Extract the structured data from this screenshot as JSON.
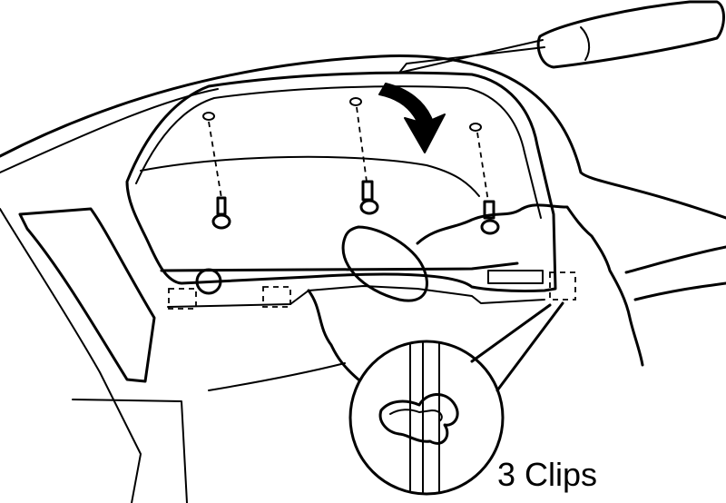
{
  "diagram": {
    "callout_label": "3 Clips",
    "stroke_color": "#000000",
    "background_color": "#ffffff",
    "parts": [
      "screwdriver",
      "cluster-bezel",
      "screws",
      "clips",
      "clip-detail-magnifier",
      "removal-arrow"
    ]
  }
}
